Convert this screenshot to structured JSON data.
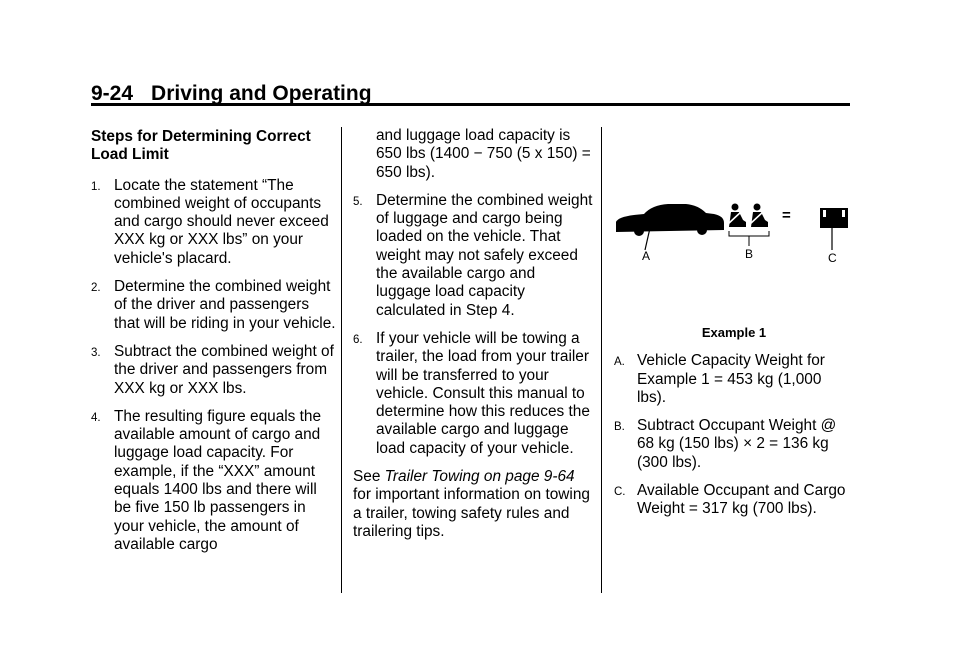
{
  "header": {
    "page_number": "9-24",
    "section_title": "Driving and Operating"
  },
  "col1": {
    "subhead": "Steps for Determining Correct Load Limit",
    "steps": [
      {
        "num": "1.",
        "text": "Locate the statement “The combined weight of occupants and cargo should never exceed XXX kg or XXX lbs” on your vehicle's placard."
      },
      {
        "num": "2.",
        "text": "Determine the combined weight of the driver and passengers that will be riding in your vehicle."
      },
      {
        "num": "3.",
        "text": "Subtract the combined weight of the driver and passengers from XXX kg or XXX lbs."
      },
      {
        "num": "4.",
        "text": "The resulting figure equals the available amount of cargo and luggage load capacity. For example, if the “XXX” amount equals 1400 lbs and there will be five 150 lb passengers in your vehicle, the amount of available cargo"
      }
    ]
  },
  "col2": {
    "continuation": "and luggage load capacity is 650 lbs (1400 − 750 (5 x 150) = 650 lbs).",
    "steps": [
      {
        "num": "5.",
        "text": "Determine the combined weight of luggage and cargo being loaded on the vehicle. That weight may not safely exceed the available cargo and luggage load capacity calculated in Step 4."
      },
      {
        "num": "6.",
        "text": "If your vehicle will be towing a trailer, the load from your trailer will be transferred to your vehicle. Consult this manual to determine how this reduces the available cargo and luggage load capacity of your vehicle."
      }
    ],
    "see_prefix": "See ",
    "see_link": "Trailer Towing on page 9-64",
    "see_suffix": " for important information on towing a trailer, towing safety rules and trailering tips."
  },
  "figure": {
    "caption": "Example 1",
    "label_a": "A",
    "label_b": "B",
    "label_c": "C",
    "minus": "−",
    "equals": "="
  },
  "col3": {
    "items": [
      {
        "num": "A.",
        "text": "Vehicle Capacity Weight for Example 1 = 453 kg (1,000 lbs)."
      },
      {
        "num": "B.",
        "text": "Subtract Occupant Weight @ 68 kg (150 lbs) × 2 = 136 kg (300 lbs)."
      },
      {
        "num": "C.",
        "text": "Available Occupant and Cargo Weight = 317 kg (700 lbs)."
      }
    ]
  }
}
